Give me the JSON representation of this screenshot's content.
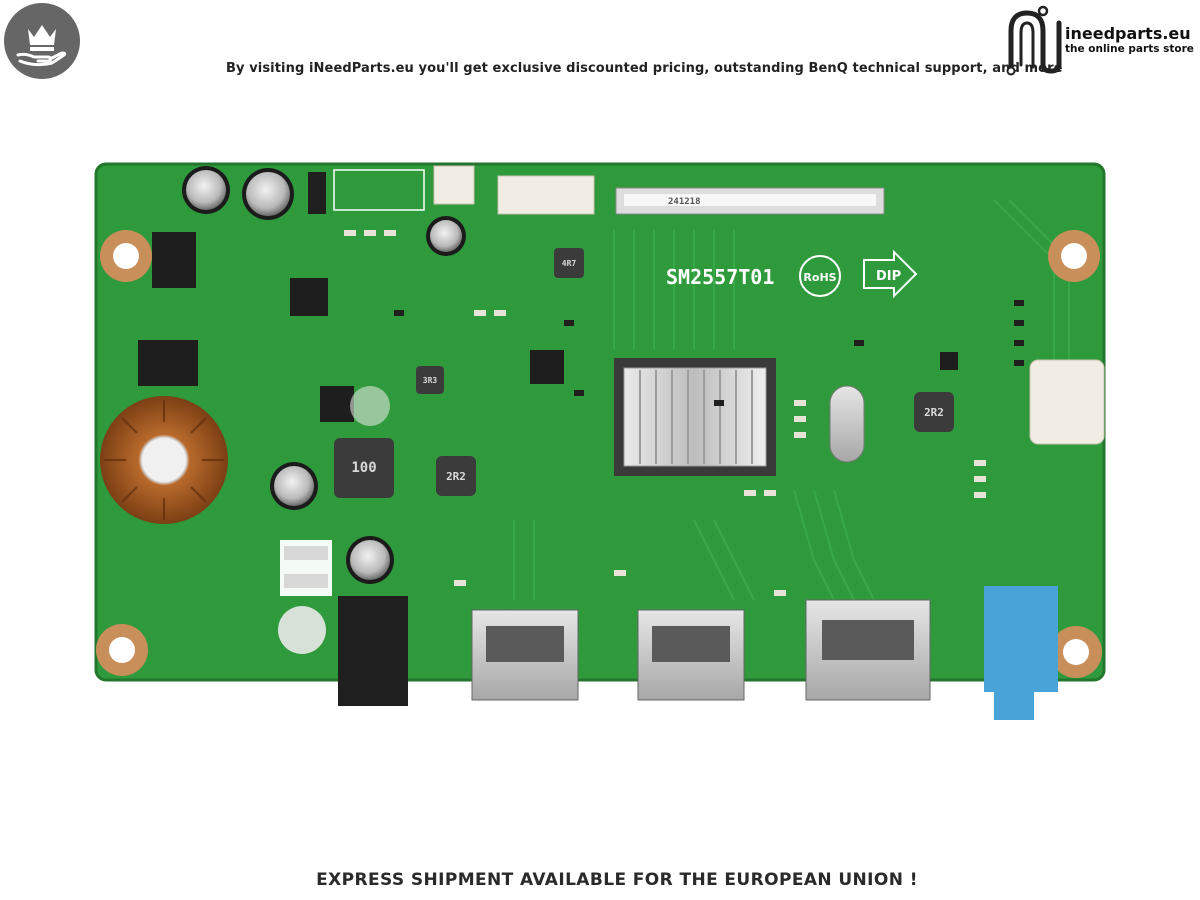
{
  "header": {
    "promo_text": "By visiting iNeedParts.eu you'll get exclusive discounted pricing, outstanding BenQ technical support, and more",
    "brand_name": "ineedparts.eu",
    "brand_tagline": "the online parts store",
    "badge_icon": "crown-hand-icon"
  },
  "board": {
    "model_marking": "SM2557T01",
    "rohs_mark": "RoHS",
    "dip_mark": "DIP",
    "inductor_labels": [
      "100",
      "2R2",
      "2R2",
      "3R3",
      "4R7"
    ],
    "connector_code": "241218"
  },
  "footer": {
    "shipping_text": "EXPRESS SHIPMENT AVAILABLE FOR THE EUROPEAN UNION !"
  },
  "colors": {
    "pcb_green": "#2f9a3c",
    "badge_gray": "#666666",
    "text_dark": "#222222"
  }
}
